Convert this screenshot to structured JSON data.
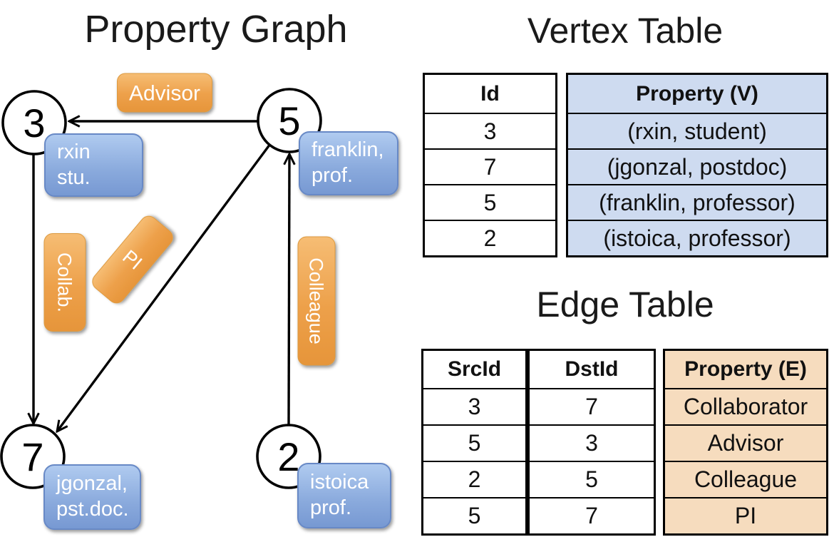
{
  "graph": {
    "title": "Property Graph",
    "vertices": [
      {
        "id": "3",
        "label_line1": "rxin",
        "label_line2": "stu."
      },
      {
        "id": "5",
        "label_line1": "franklin,",
        "label_line2": "prof."
      },
      {
        "id": "7",
        "label_line1": "jgonzal,",
        "label_line2": "pst.doc."
      },
      {
        "id": "2",
        "label_line1": "istoica",
        "label_line2": "prof."
      }
    ],
    "edges": [
      {
        "src": "5",
        "dst": "3",
        "label": "Advisor"
      },
      {
        "src": "3",
        "dst": "7",
        "label": "Collab."
      },
      {
        "src": "5",
        "dst": "7",
        "label": "PI"
      },
      {
        "src": "2",
        "dst": "5",
        "label": "Colleague"
      }
    ]
  },
  "vertex_table": {
    "title": "Vertex Table",
    "columns": [
      "Id",
      "Property (V)"
    ],
    "rows": [
      {
        "id": "3",
        "property": "(rxin, student)"
      },
      {
        "id": "7",
        "property": "(jgonzal, postdoc)"
      },
      {
        "id": "5",
        "property": "(franklin, professor)"
      },
      {
        "id": "2",
        "property": "(istoica, professor)"
      }
    ]
  },
  "edge_table": {
    "title": "Edge Table",
    "columns": [
      "SrcId",
      "DstId",
      "Property (E)"
    ],
    "rows": [
      {
        "src": "3",
        "dst": "7",
        "property": "Collaborator"
      },
      {
        "src": "5",
        "dst": "3",
        "property": "Advisor"
      },
      {
        "src": "2",
        "dst": "5",
        "property": "Colleague"
      },
      {
        "src": "5",
        "dst": "7",
        "property": "PI"
      }
    ]
  },
  "colors": {
    "edge_label_fill": "#efa44d",
    "vertex_label_fill": "#8fafdf",
    "vertex_property_cell": "#cedbf0",
    "edge_property_cell": "#f6dcbe",
    "stroke": "#000000"
  }
}
